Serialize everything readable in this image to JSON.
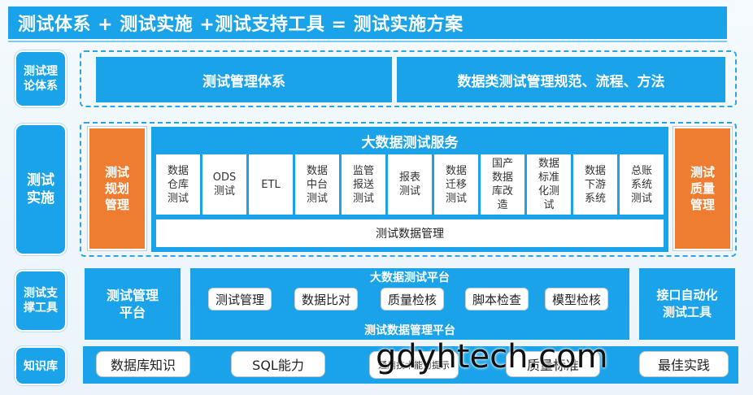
{
  "title": "测试体系 + 测试实施 +测试支持工具 = 测试实施方案",
  "rows": {
    "theory": {
      "label": "测试理\n论体系",
      "items": [
        "测试管理体系",
        "数据类测试管理规范、流程、方法"
      ]
    },
    "implementation": {
      "label": "测试\n实施",
      "left": "测试\n规划\n管理",
      "right": "测试\n质量\n管理",
      "service_title": "大数据测试服务",
      "services": [
        "数据\n仓库\n测试",
        "ODS\n测试",
        "ETL",
        "数据\n中台\n测试",
        "监管\n报送\n测试",
        "报表\n测试",
        "数据\n迁移\n测试",
        "国产\n数据\n库改\n造",
        "数据\n标准\n化测\n试",
        "数据\n下游\n系统",
        "总账\n系统\n测试"
      ],
      "data_mgmt": "测试数据管理"
    },
    "tools": {
      "label": "测试支\n撑工具",
      "left": "测试管理\n平台",
      "platform_title": "大数据测试平台",
      "tools": [
        "测试管理",
        "数据比对",
        "质量检核",
        "脚本检查",
        "模型检核"
      ],
      "platform_bottom": "测试数据管理平台",
      "right": "接口自动化\n测试工具"
    },
    "knowledge": {
      "label": "知识库",
      "items": [
        "数据库知识",
        "SQL能力",
        "通用技术能力提示",
        "质量标准",
        "最佳实践"
      ]
    }
  },
  "watermark": "gdyhtech.com"
}
